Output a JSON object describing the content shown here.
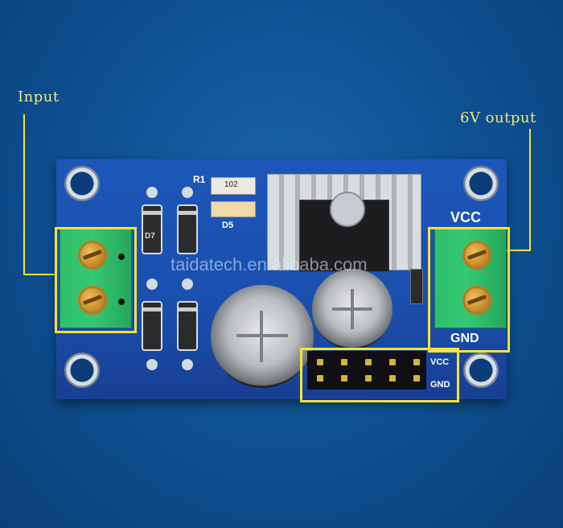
{
  "labels": {
    "input": "Input",
    "output": "6V output"
  },
  "board": {
    "silk_r1": "R1",
    "silk_r1_value": "102",
    "silk_d5": "D5",
    "silk_vcc_terminal": "VCC",
    "silk_gnd_terminal": "GND",
    "silk_vcc_header": "VCC",
    "silk_gnd_header": "GND",
    "silk_diode": "D7"
  },
  "watermark": "taidatech.en.alibaba.com",
  "colors": {
    "background": "#0d4f8f",
    "board": "#1a4fae",
    "highlight": "#f4e23a",
    "label_text": "#f2e97a",
    "terminal": "#33c873"
  }
}
